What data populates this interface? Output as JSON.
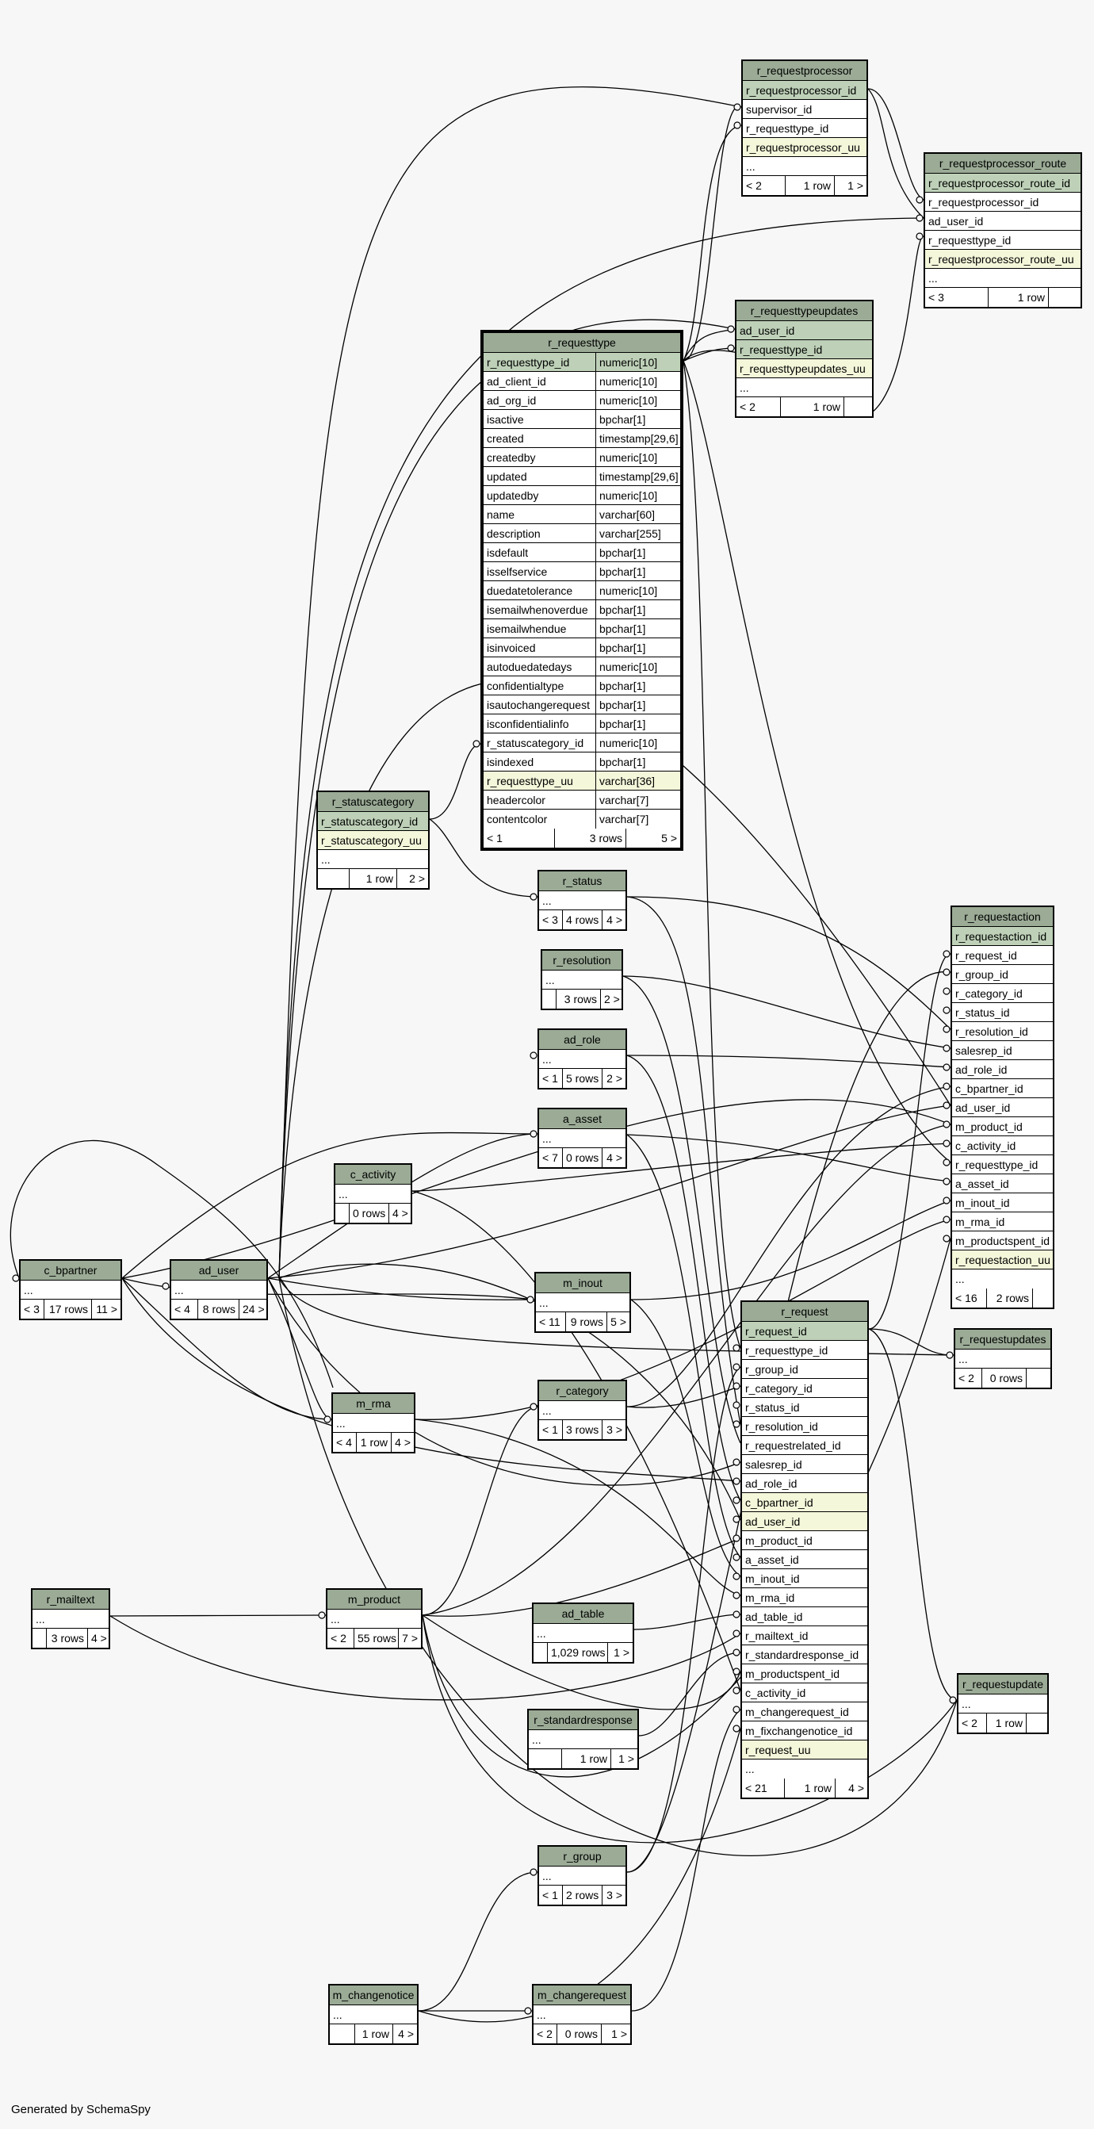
{
  "footer": "Generated by SchemaSpy",
  "colors": {
    "header": "#9bab96",
    "primary_key": "#bed1b8",
    "unique_key": "#f4f7da",
    "background": "#f7f7f7"
  },
  "tables": {
    "r_requestprocessor": {
      "name": "r_requestprocessor",
      "rows": [
        "r_requestprocessor_id",
        "supervisor_id",
        "r_requesttype_id",
        "r_requestprocessor_uu",
        "..."
      ],
      "stats": [
        "< 2",
        "1 row",
        "1 >"
      ]
    },
    "r_requestprocessor_route": {
      "name": "r_requestprocessor_route",
      "rows": [
        "r_requestprocessor_route_id",
        "r_requestprocessor_id",
        "ad_user_id",
        "r_requesttype_id",
        "r_requestprocessor_route_uu",
        "..."
      ],
      "stats": [
        "< 3",
        "1 row",
        ""
      ]
    },
    "r_requesttypeupdates": {
      "name": "r_requesttypeupdates",
      "rows": [
        "ad_user_id",
        "r_requesttype_id",
        "r_requesttypeupdates_uu",
        "..."
      ],
      "stats": [
        "< 2",
        "1 row",
        ""
      ]
    },
    "r_requesttype": {
      "name": "r_requesttype",
      "columns": [
        [
          "r_requesttype_id",
          "numeric[10]"
        ],
        [
          "ad_client_id",
          "numeric[10]"
        ],
        [
          "ad_org_id",
          "numeric[10]"
        ],
        [
          "isactive",
          "bpchar[1]"
        ],
        [
          "created",
          "timestamp[29,6]"
        ],
        [
          "createdby",
          "numeric[10]"
        ],
        [
          "updated",
          "timestamp[29,6]"
        ],
        [
          "updatedby",
          "numeric[10]"
        ],
        [
          "name",
          "varchar[60]"
        ],
        [
          "description",
          "varchar[255]"
        ],
        [
          "isdefault",
          "bpchar[1]"
        ],
        [
          "isselfservice",
          "bpchar[1]"
        ],
        [
          "duedatetolerance",
          "numeric[10]"
        ],
        [
          "isemailwhenoverdue",
          "bpchar[1]"
        ],
        [
          "isemailwhendue",
          "bpchar[1]"
        ],
        [
          "isinvoiced",
          "bpchar[1]"
        ],
        [
          "autoduedatedays",
          "numeric[10]"
        ],
        [
          "confidentialtype",
          "bpchar[1]"
        ],
        [
          "isautochangerequest",
          "bpchar[1]"
        ],
        [
          "isconfidentialinfo",
          "bpchar[1]"
        ],
        [
          "r_statuscategory_id",
          "numeric[10]"
        ],
        [
          "isindexed",
          "bpchar[1]"
        ],
        [
          "r_requesttype_uu",
          "varchar[36]"
        ],
        [
          "headercolor",
          "varchar[7]"
        ],
        [
          "contentcolor",
          "varchar[7]"
        ]
      ],
      "stats": [
        "< 1",
        "3 rows",
        "5 >"
      ]
    },
    "r_statuscategory": {
      "name": "r_statuscategory",
      "rows": [
        "r_statuscategory_id",
        "r_statuscategory_uu",
        "..."
      ],
      "stats": [
        "",
        "1 row",
        "2 >"
      ]
    },
    "r_status": {
      "name": "r_status",
      "rows": [
        "..."
      ],
      "stats": [
        "< 3",
        "4 rows",
        "4 >"
      ]
    },
    "r_resolution": {
      "name": "r_resolution",
      "rows": [
        "..."
      ],
      "stats": [
        "",
        "3 rows",
        "2 >"
      ]
    },
    "ad_role": {
      "name": "ad_role",
      "rows": [
        "..."
      ],
      "stats": [
        "< 1",
        "5 rows",
        "2 >"
      ]
    },
    "a_asset": {
      "name": "a_asset",
      "rows": [
        "..."
      ],
      "stats": [
        "< 7",
        "0 rows",
        "4 >"
      ]
    },
    "c_activity": {
      "name": "c_activity",
      "rows": [
        "..."
      ],
      "stats": [
        "",
        "0 rows",
        "4 >"
      ]
    },
    "c_bpartner": {
      "name": "c_bpartner",
      "rows": [
        "..."
      ],
      "stats": [
        "< 3",
        "17 rows",
        "11 >"
      ]
    },
    "ad_user": {
      "name": "ad_user",
      "rows": [
        "..."
      ],
      "stats": [
        "< 4",
        "8 rows",
        "24 >"
      ]
    },
    "m_inout": {
      "name": "m_inout",
      "rows": [
        "..."
      ],
      "stats": [
        "< 11",
        "9 rows",
        "5 >"
      ]
    },
    "m_rma": {
      "name": "m_rma",
      "rows": [
        "..."
      ],
      "stats": [
        "< 4",
        "1 row",
        "4 >"
      ]
    },
    "r_category": {
      "name": "r_category",
      "rows": [
        "..."
      ],
      "stats": [
        "< 1",
        "3 rows",
        "3 >"
      ]
    },
    "r_mailtext": {
      "name": "r_mailtext",
      "rows": [
        "..."
      ],
      "stats": [
        "",
        "3 rows",
        "4 >"
      ]
    },
    "m_product": {
      "name": "m_product",
      "rows": [
        "..."
      ],
      "stats": [
        "< 2",
        "55 rows",
        "7 >"
      ]
    },
    "ad_table": {
      "name": "ad_table",
      "rows": [
        "..."
      ],
      "stats": [
        "",
        "1,029 rows",
        "1 >"
      ]
    },
    "r_standardresponse": {
      "name": "r_standardresponse",
      "rows": [
        "..."
      ],
      "stats": [
        "",
        "1 row",
        "1 >"
      ]
    },
    "r_group": {
      "name": "r_group",
      "rows": [
        "..."
      ],
      "stats": [
        "< 1",
        "2 rows",
        "3 >"
      ]
    },
    "m_changenotice": {
      "name": "m_changenotice",
      "rows": [
        "..."
      ],
      "stats": [
        "",
        "1 row",
        "4 >"
      ]
    },
    "m_changerequest": {
      "name": "m_changerequest",
      "rows": [
        "..."
      ],
      "stats": [
        "< 2",
        "0 rows",
        "1 >"
      ]
    },
    "r_requestaction": {
      "name": "r_requestaction",
      "rows": [
        "r_requestaction_id",
        "r_request_id",
        "r_group_id",
        "r_category_id",
        "r_status_id",
        "r_resolution_id",
        "salesrep_id",
        "ad_role_id",
        "c_bpartner_id",
        "ad_user_id",
        "m_product_id",
        "c_activity_id",
        "r_requesttype_id",
        "a_asset_id",
        "m_inout_id",
        "m_rma_id",
        "m_productspent_id",
        "r_requestaction_uu",
        "..."
      ],
      "stats": [
        "< 16",
        "2 rows",
        ""
      ]
    },
    "r_requestupdates": {
      "name": "r_requestupdates",
      "rows": [
        "..."
      ],
      "stats": [
        "< 2",
        "0 rows",
        ""
      ]
    },
    "r_request": {
      "name": "r_request",
      "rows": [
        "r_request_id",
        "r_requesttype_id",
        "r_group_id",
        "r_category_id",
        "r_status_id",
        "r_resolution_id",
        "r_requestrelated_id",
        "salesrep_id",
        "ad_role_id",
        "c_bpartner_id",
        "ad_user_id",
        "m_product_id",
        "a_asset_id",
        "m_inout_id",
        "m_rma_id",
        "ad_table_id",
        "r_mailtext_id",
        "r_standardresponse_id",
        "m_productspent_id",
        "c_activity_id",
        "m_changerequest_id",
        "m_fixchangenotice_id",
        "r_request_uu",
        "..."
      ],
      "stats": [
        "< 21",
        "1 row",
        "4 >"
      ]
    },
    "r_requestupdate": {
      "name": "r_requestupdate",
      "rows": [
        "..."
      ],
      "stats": [
        "< 2",
        "1 row",
        ""
      ]
    }
  }
}
